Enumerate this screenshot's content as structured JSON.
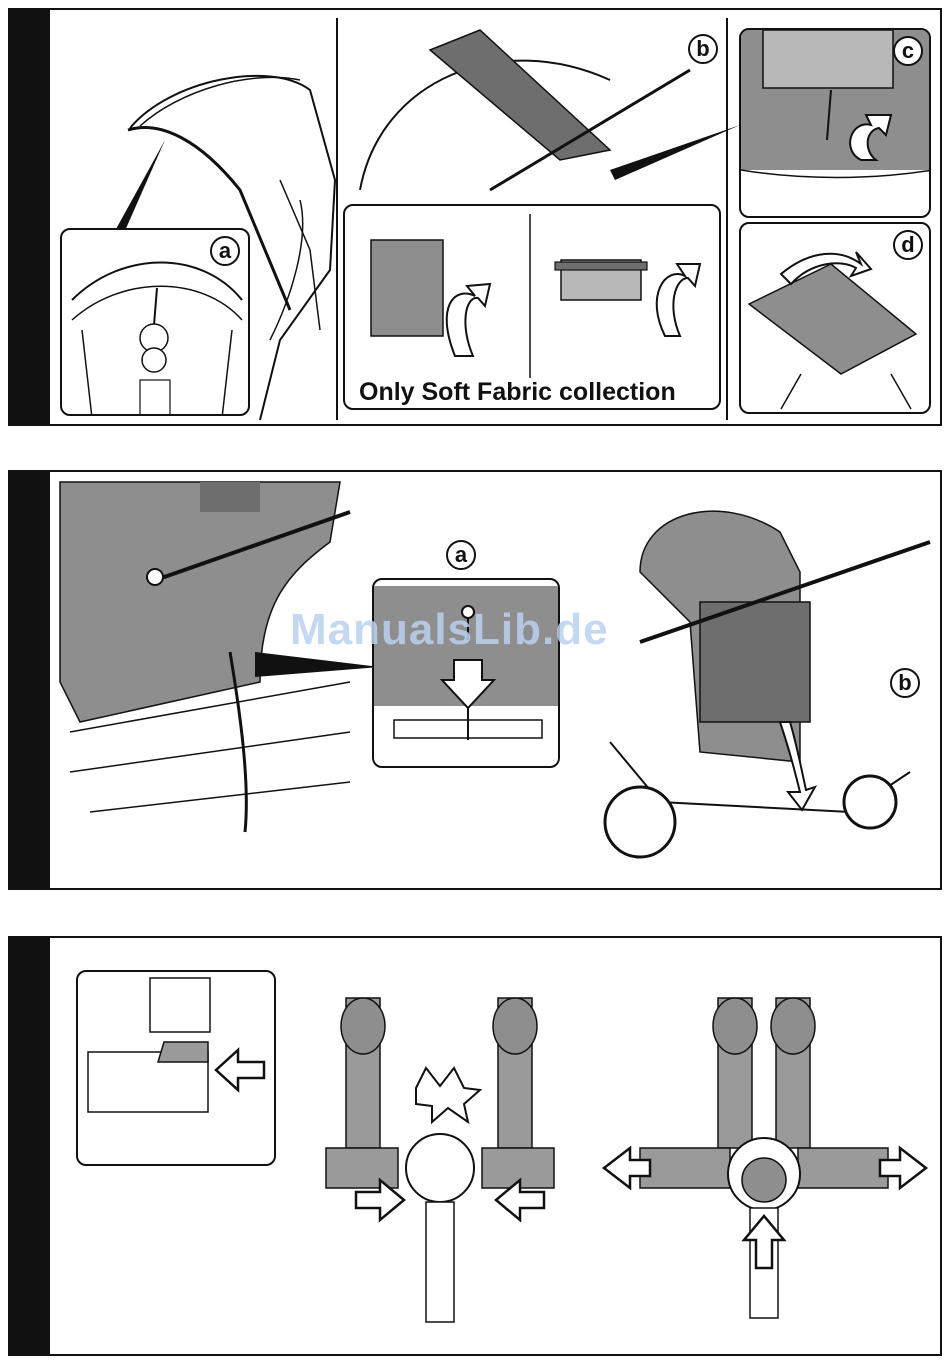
{
  "panels": [
    {
      "badges": [
        "a",
        "b",
        "c",
        "d"
      ],
      "caption": "Only Soft Fabric collection"
    },
    {
      "badges": [
        "a",
        "b"
      ]
    },
    {
      "badges": []
    }
  ],
  "watermark": "ManualsLib.de",
  "colors": {
    "line": "#111111",
    "fabric": "#8e8e8e",
    "fabric_light": "#b8b8b8",
    "strap": "#9a9a9a",
    "background": "#ffffff",
    "watermark": "#bcd2ef"
  }
}
